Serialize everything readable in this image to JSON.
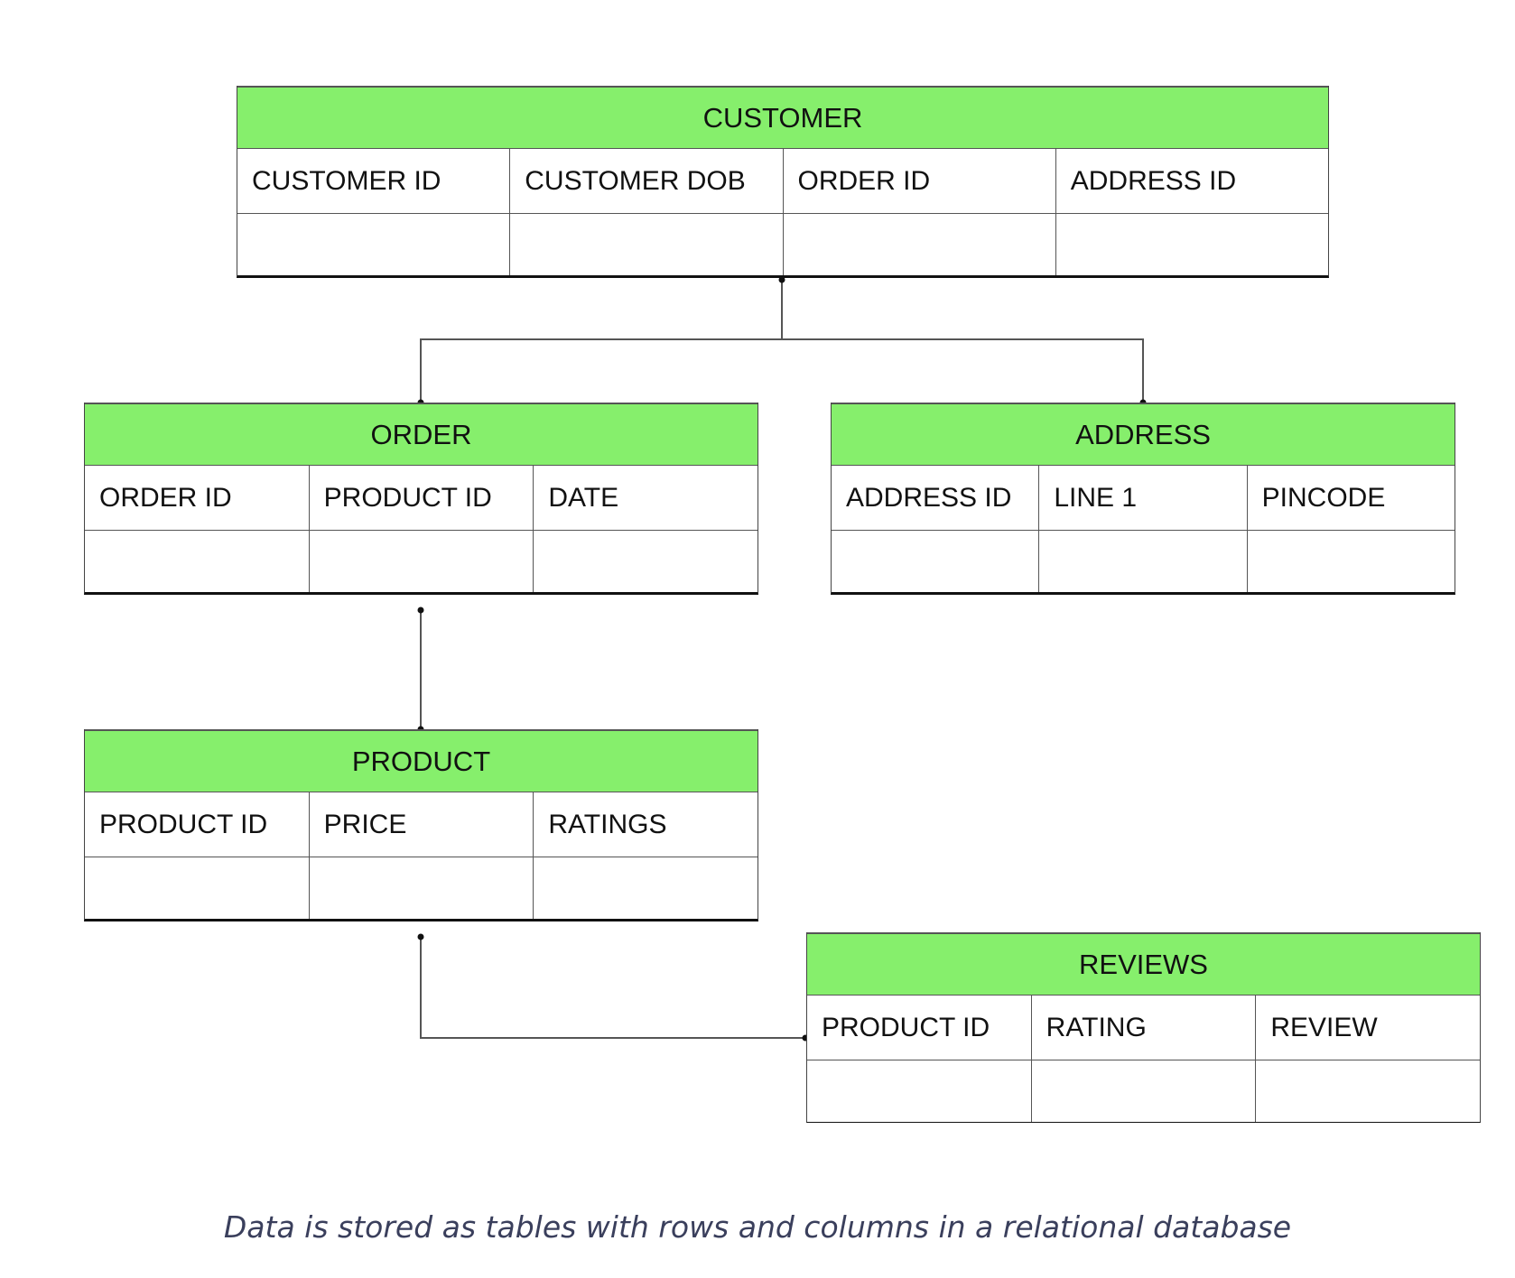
{
  "tables": {
    "customer": {
      "title": "CUSTOMER",
      "columns": [
        "CUSTOMER ID",
        "CUSTOMER DOB",
        "ORDER ID",
        "ADDRESS ID"
      ]
    },
    "order": {
      "title": "ORDER",
      "columns": [
        "ORDER ID",
        "PRODUCT ID",
        "DATE"
      ]
    },
    "address": {
      "title": "ADDRESS",
      "columns": [
        "ADDRESS ID",
        "LINE 1",
        "PINCODE"
      ]
    },
    "product": {
      "title": "PRODUCT",
      "columns": [
        "PRODUCT ID",
        "PRICE",
        "RATINGS"
      ]
    },
    "reviews": {
      "title": "REVIEWS",
      "columns": [
        "PRODUCT ID",
        "RATING",
        "REVIEW"
      ]
    }
  },
  "relationships": [
    {
      "from": "customer",
      "to": "order"
    },
    {
      "from": "customer",
      "to": "address"
    },
    {
      "from": "order",
      "to": "product"
    },
    {
      "from": "product",
      "to": "reviews"
    }
  ],
  "caption": "Data is stored as tables with rows and columns in a relational database",
  "colors": {
    "header_fill": "#86ef6c",
    "line": "#555555",
    "caption_text": "#3a3f5c"
  }
}
